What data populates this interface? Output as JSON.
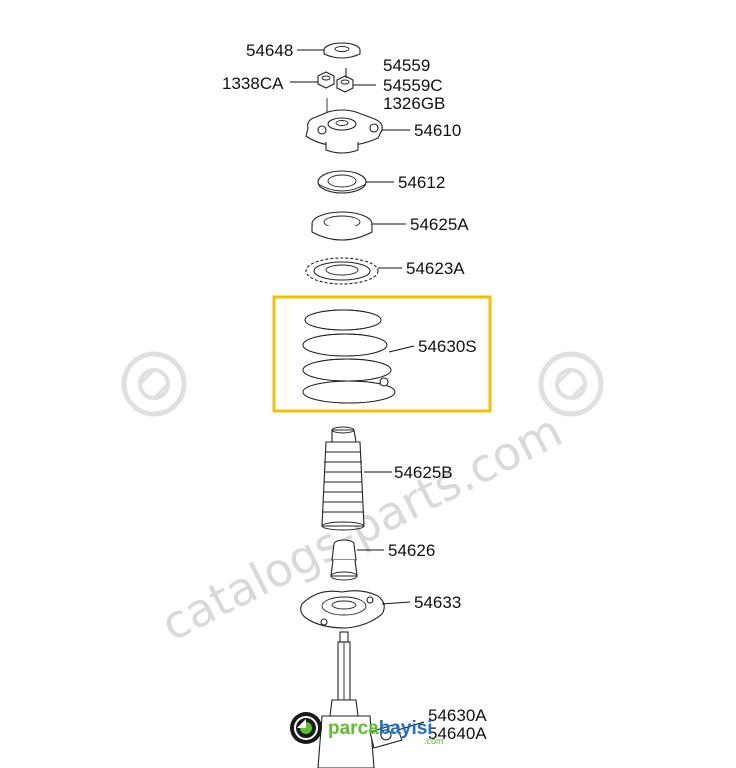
{
  "diagram": {
    "parts": [
      {
        "id": "p54648",
        "label": "54648"
      },
      {
        "id": "p54559",
        "label": "54559"
      },
      {
        "id": "p1338CA",
        "label": "1338CA"
      },
      {
        "id": "p54559C",
        "label": "54559C"
      },
      {
        "id": "p1326GB",
        "label": "1326GB"
      },
      {
        "id": "p54610",
        "label": "54610"
      },
      {
        "id": "p54612",
        "label": "54612"
      },
      {
        "id": "p54625A",
        "label": "54625A"
      },
      {
        "id": "p54623A",
        "label": "54623A"
      },
      {
        "id": "p54630S",
        "label": "54630S"
      },
      {
        "id": "p54625B",
        "label": "54625B"
      },
      {
        "id": "p54626",
        "label": "54626"
      },
      {
        "id": "p54633",
        "label": "54633"
      },
      {
        "id": "p54630A",
        "label": "54630A"
      },
      {
        "id": "p54640A",
        "label": "54640A"
      }
    ],
    "highlighted_part": "54630S",
    "highlight_color": "#f2c200"
  },
  "watermark": {
    "text": "catalogs-parts.com",
    "color": "#d9d9d9"
  },
  "brand": {
    "name_part1": "parca",
    "name_part2": "bayisi",
    "domain": ".com",
    "color_green": "#5cc22b",
    "color_blue": "#1f6fc9"
  }
}
